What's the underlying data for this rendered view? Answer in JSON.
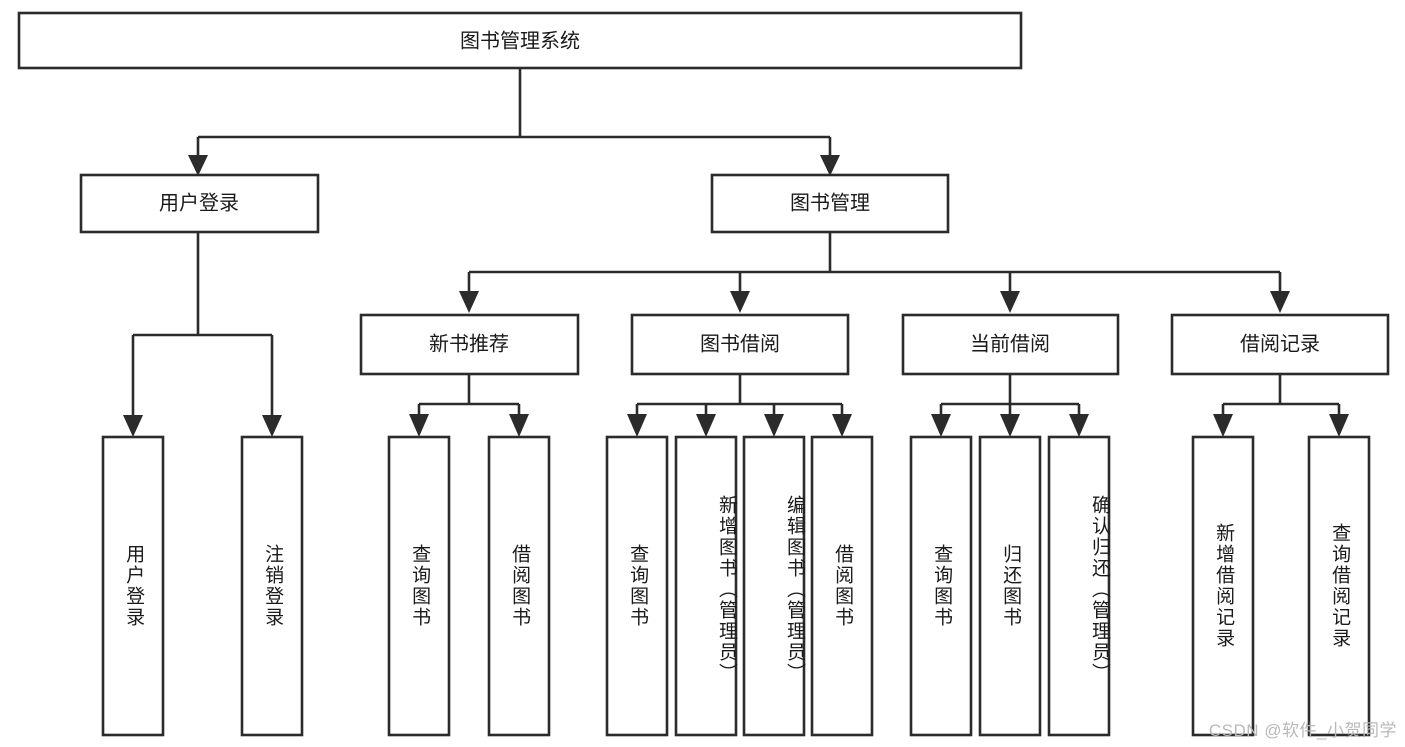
{
  "diagram": {
    "title_node": {
      "label": "图书管理系统"
    },
    "level2": [
      {
        "id": "user-login",
        "label": "用户登录"
      },
      {
        "id": "book-manage",
        "label": "图书管理"
      }
    ],
    "level3": [
      {
        "id": "new-book-recommend",
        "label": "新书推荐"
      },
      {
        "id": "book-borrow",
        "label": "图书借阅"
      },
      {
        "id": "current-borrow",
        "label": "当前借阅"
      },
      {
        "id": "borrow-record",
        "label": "借阅记录"
      }
    ],
    "leaves": [
      {
        "id": "leaf-user-login",
        "label": "用户登录",
        "parent": "user-login"
      },
      {
        "id": "leaf-logout-login",
        "label": "注销登录",
        "parent": "user-login"
      },
      {
        "id": "leaf-query-book-1",
        "label": "查询图书",
        "parent": "new-book-recommend"
      },
      {
        "id": "leaf-borrow-book-1",
        "label": "借阅图书",
        "parent": "new-book-recommend"
      },
      {
        "id": "leaf-query-book-2",
        "label": "查询图书",
        "parent": "book-borrow"
      },
      {
        "id": "leaf-add-book",
        "label": "新增图书（管理员）",
        "parent": "book-borrow"
      },
      {
        "id": "leaf-edit-book",
        "label": "编辑图书（管理员）",
        "parent": "book-borrow"
      },
      {
        "id": "leaf-borrow-book-2",
        "label": "借阅图书",
        "parent": "book-borrow"
      },
      {
        "id": "leaf-query-book-3",
        "label": "查询图书",
        "parent": "current-borrow"
      },
      {
        "id": "leaf-return-book",
        "label": "归还图书",
        "parent": "current-borrow"
      },
      {
        "id": "leaf-confirm-return",
        "label": "确认归还（管理员）",
        "parent": "current-borrow"
      },
      {
        "id": "leaf-add-record",
        "label": "新增借阅记录",
        "parent": "borrow-record"
      },
      {
        "id": "leaf-query-record",
        "label": "查询借阅记录",
        "parent": "borrow-record"
      }
    ],
    "watermark": "CSDN @软件_小贺同学",
    "colors": {
      "stroke": "#2b2b2b",
      "fill": "#ffffff",
      "text": "#1a1a1a",
      "watermark": "#b9b9b9"
    }
  }
}
